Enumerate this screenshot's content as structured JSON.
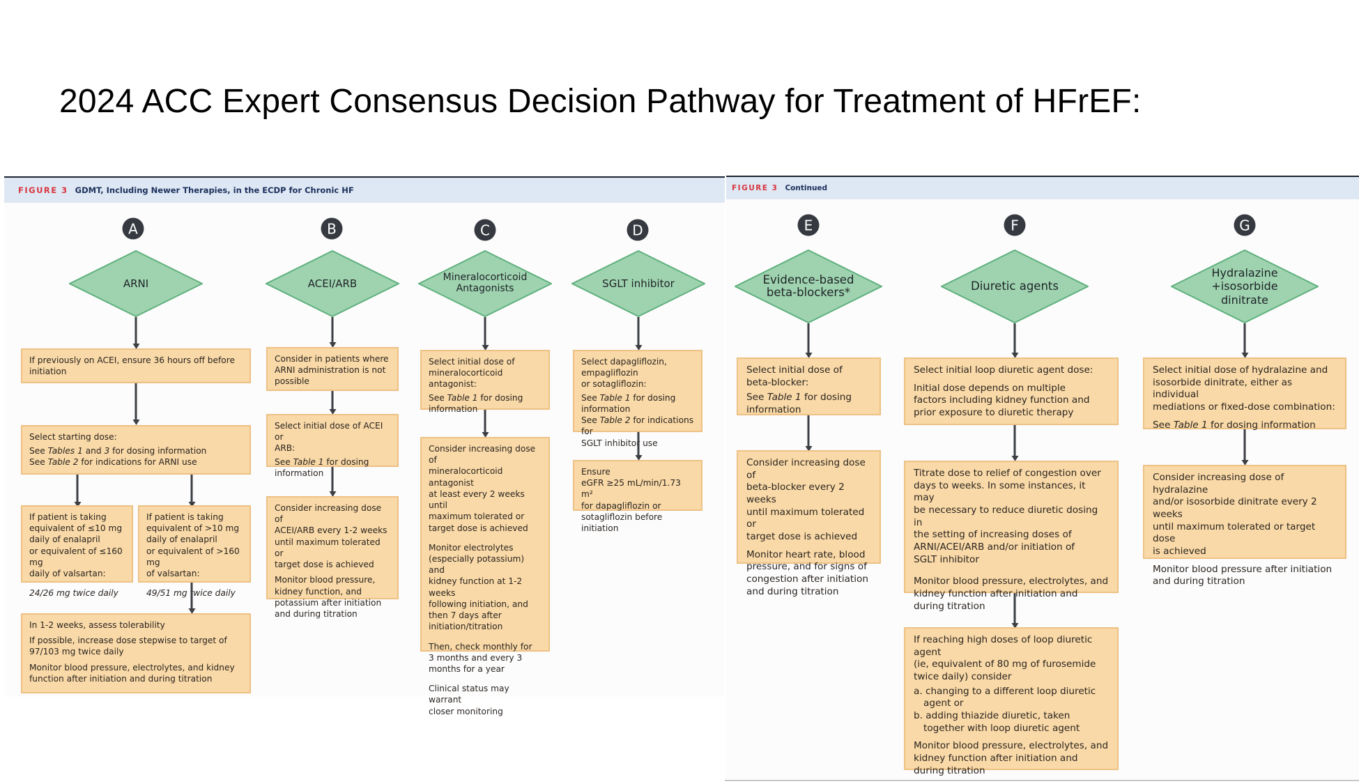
{
  "page_title": "2024 ACC Expert Consensus Decision Pathway for Treatment of HFrEF:",
  "colors": {
    "header_bg": "#dde8f4",
    "figure_label": "#d8353e",
    "figure_title": "#1d2f5c",
    "diamond_fill": "#9fd3b0",
    "diamond_stroke": "#5fb07d",
    "box_fill": "#f9d9a7",
    "box_border": "#eec184",
    "badge_bg": "#363a40",
    "arrow": "#3b3e43"
  },
  "left_panel": {
    "figure_label": "FIGURE 3",
    "figure_title": "GDMT, Including Newer Therapies, in the ECDP for Chronic HF",
    "columns": [
      {
        "letter": "A",
        "therapy": "ARNI",
        "box1": "If previously on ACEI, ensure 36 hours off before initiation",
        "box2": {
          "line1": "Select starting dose:",
          "line2_pre": "See ",
          "line2_ref": "Tables 1",
          "line2_mid": " and ",
          "line2_ref2": "3",
          "line2_post": " for dosing information",
          "line3_pre": "See ",
          "line3_ref": "Table 2",
          "line3_post": " for indications for ARNI use"
        },
        "branch_low": {
          "condition": "If patient is taking\nequivalent of ≤10 mg\ndaily of enalapril\nor equivalent of ≤160 mg\ndaily of valsartan:",
          "dose": "24/26 mg twice daily"
        },
        "branch_high": {
          "condition": "If patient is taking\nequivalent of >10 mg\ndaily of enalapril\nor equivalent of >160 mg\nof valsartan:",
          "dose": "49/51 mg twice daily"
        },
        "box_final": [
          "In 1-2 weeks, assess tolerability",
          "If possible, increase dose stepwise to target of\n97/103 mg twice daily",
          "Monitor blood pressure, electrolytes, and kidney\nfunction after initiation and during titration"
        ]
      },
      {
        "letter": "B",
        "therapy": "ACEI/ARB",
        "box1": "Consider in patients where\nARNI administration is not\npossible",
        "box2": {
          "line1": "Select initial dose of ACEI or\nARB:",
          "ref_pre": "See ",
          "ref": "Table 1",
          "ref_post": " for dosing\ninformation"
        },
        "box3": [
          "Consider increasing dose of\nACEI/ARB every 1-2 weeks\nuntil maximum tolerated or\ntarget dose is achieved",
          "Monitor blood pressure,\nkidney function, and\npotassium after initiation\nand during titration"
        ]
      },
      {
        "letter": "C",
        "therapy": "Mineralocorticoid\nAntagonists",
        "box1": {
          "line1": "Select initial dose of\nmineralocorticoid\nantagonist:",
          "ref_pre": "See ",
          "ref": "Table 1",
          "ref_post": " for dosing\ninformation"
        },
        "box2": [
          "Consider increasing dose of\nmineralocorticoid antagonist\nat least every 2 weeks until\nmaximum tolerated or\ntarget dose is achieved",
          "Monitor electrolytes\n(especially potassium) and\nkidney function at 1-2 weeks\nfollowing initiation, and\nthen 7 days after\ninitiation/titration",
          "Then, check monthly for\n3 months and every 3\nmonths for a year",
          "Clinical status may warrant\ncloser monitoring"
        ]
      },
      {
        "letter": "D",
        "therapy": "SGLT inhibitor",
        "box1": {
          "line1": "Select dapagliflozin,\nempagliflozin\nor sotagliflozin:",
          "ref1_pre": "See ",
          "ref1": "Table 1",
          "ref1_post": " for dosing\ninformation",
          "ref2_pre": "See ",
          "ref2": "Table 2",
          "ref2_post": " for indications for\nSGLT inhibitor use"
        },
        "box2": "Ensure\neGFR  ≥25 mL/min/1.73 m²\nfor dapagliflozin or\nsotagliflozin before initiation"
      }
    ]
  },
  "right_panel": {
    "figure_label": "FIGURE 3",
    "figure_title": "Continued",
    "columns": [
      {
        "letter": "E",
        "therapy": "Evidence-based\nbeta-blockers*",
        "box1": {
          "line1": "Select initial dose of\nbeta-blocker:",
          "ref_pre": "See ",
          "ref": "Table 1",
          "ref_post": " for dosing\ninformation"
        },
        "box2": [
          "Consider increasing dose of\nbeta-blocker every 2 weeks\nuntil maximum tolerated or\ntarget dose is achieved",
          "Monitor heart rate, blood\npressure, and for signs of\ncongestion after initiation\nand during titration"
        ]
      },
      {
        "letter": "F",
        "therapy": "Diuretic agents",
        "box1": [
          "Select initial loop diuretic agent dose:",
          "Initial dose depends on multiple\nfactors including kidney function and\nprior exposure to diuretic therapy"
        ],
        "box2": [
          "Titrate dose to relief of congestion over\ndays to weeks. In some instances, it may\nbe necessary to reduce diuretic dosing in\nthe setting of increasing doses of\nARNI/ACEI/ARB and/or initiation of\nSGLT inhibitor",
          "Monitor blood pressure, electrolytes, and\nkidney function after initiation and\nduring titration"
        ],
        "box3": {
          "intro": "If reaching high doses of loop diuretic agent\n(ie, equivalent of 80 mg of furosemide\ntwice daily) consider",
          "option_a": "a. changing to a different loop diuretic\nagent or",
          "option_b": "b. adding thiazide diuretic, taken\ntogether with loop diuretic agent",
          "monitor": "Monitor blood pressure, electrolytes, and\nkidney function after initiation and\nduring titration"
        }
      },
      {
        "letter": "G",
        "therapy": "Hydralazine\n+isosorbide\ndinitrate",
        "box1": {
          "line1": "Select initial dose of hydralazine and\nisosorbide dinitrate, either as individual\nmediations or fixed-dose combination:",
          "ref_pre": "See ",
          "ref": "Table 1",
          "ref_post": " for dosing information"
        },
        "box2": [
          "Consider increasing dose of hydralazine\nand/or isosorbide dinitrate every 2 weeks\nuntil maximum tolerated or target dose\nis achieved",
          "Monitor blood pressure after initiation\nand during titration"
        ]
      }
    ]
  }
}
